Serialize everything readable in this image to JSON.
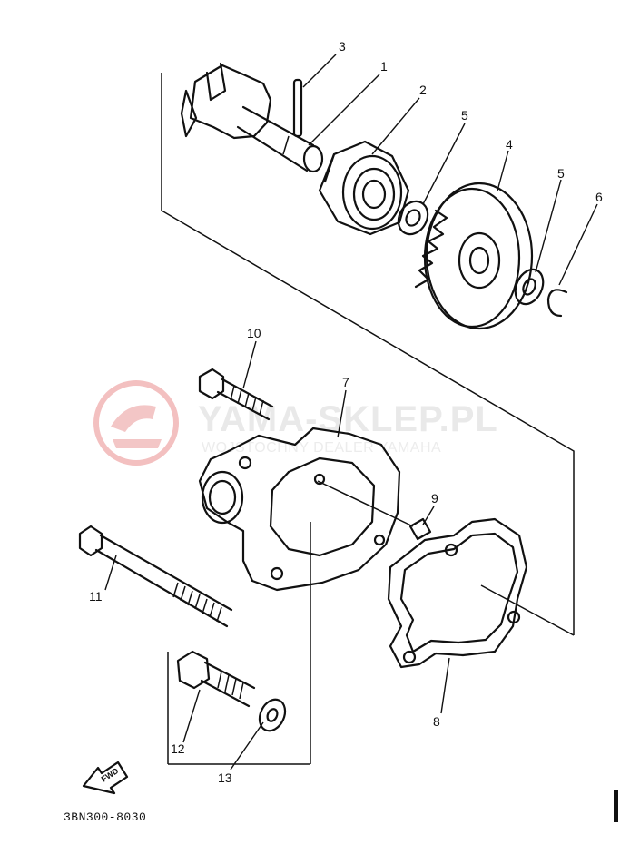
{
  "watermark": {
    "title": "YAMA-SKLEP.PL",
    "subtitle": "WOJSTOCHNY DEALER YAMAHA",
    "logo_color": "#f2b8b8"
  },
  "callouts": [
    {
      "id": "1",
      "label": "1"
    },
    {
      "id": "2",
      "label": "2"
    },
    {
      "id": "3",
      "label": "3"
    },
    {
      "id": "4",
      "label": "4"
    },
    {
      "id": "5a",
      "label": "5"
    },
    {
      "id": "5b",
      "label": "5"
    },
    {
      "id": "6",
      "label": "6"
    },
    {
      "id": "7",
      "label": "7"
    },
    {
      "id": "8",
      "label": "8"
    },
    {
      "id": "9",
      "label": "9"
    },
    {
      "id": "10",
      "label": "10"
    },
    {
      "id": "11",
      "label": "11"
    },
    {
      "id": "12",
      "label": "12"
    },
    {
      "id": "13",
      "label": "13"
    }
  ],
  "fwd_label": "FWD",
  "diagram_code": "3BN300-8030"
}
